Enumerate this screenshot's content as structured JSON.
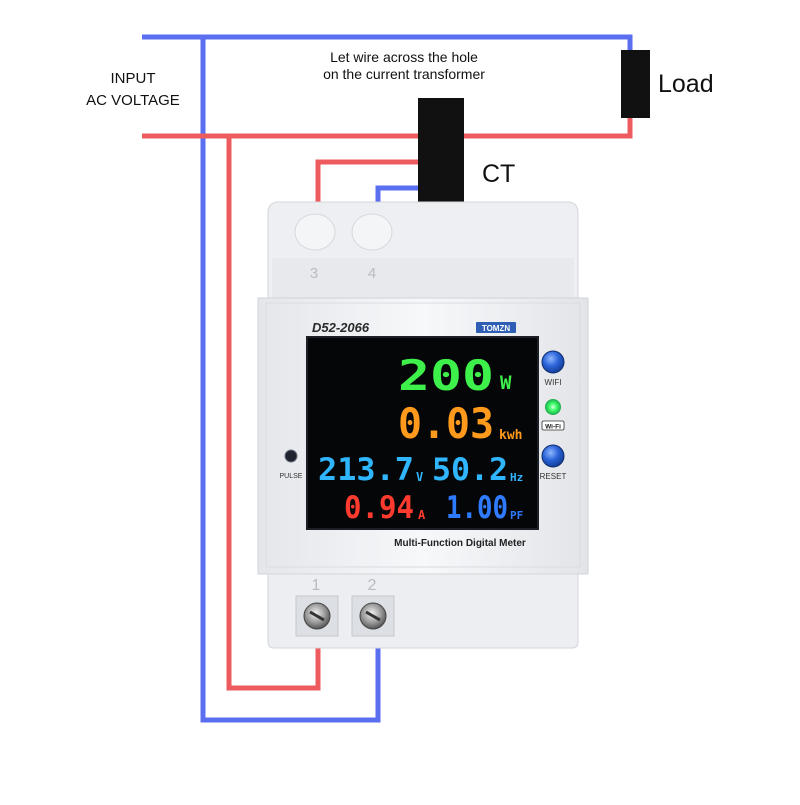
{
  "labels": {
    "input_line1": "INPUT",
    "input_line2": "AC VOLTAGE",
    "note_line1": "Let wire across the hole",
    "note_line2": "on the current transformer",
    "load": "Load",
    "ct": "CT"
  },
  "meter": {
    "model": "D52-2066",
    "brand": "TOMZN",
    "caption": "Multi-Function Digital Meter",
    "terminals_top": [
      "3",
      "4"
    ],
    "terminals_bottom": [
      "1",
      "2"
    ],
    "buttons": {
      "wifi": "WIFI",
      "reset": "RESET",
      "pulse": "PULSE",
      "wifi_badge": "Wi-Fi"
    },
    "readings": {
      "power": {
        "value": "200",
        "unit": "W"
      },
      "energy": {
        "value": "0.03",
        "unit": "kwh"
      },
      "voltage": {
        "value": "213.7",
        "unit": "V"
      },
      "frequency": {
        "value": "50.2",
        "unit": "Hz"
      },
      "current": {
        "value": "0.94",
        "unit": "A"
      },
      "power_factor": {
        "value": "1.00",
        "unit": "PF"
      }
    }
  },
  "colors": {
    "live_wire": "#ee5b5f",
    "neutral_wire": "#5a6ef0",
    "power": "#3ef04a",
    "energy": "#ff9a1c",
    "voltage": "#2fb6ff",
    "frequency": "#2fb6ff",
    "current": "#ff3b30",
    "power_factor": "#2f7bff",
    "indicator": "#3dff6a"
  }
}
